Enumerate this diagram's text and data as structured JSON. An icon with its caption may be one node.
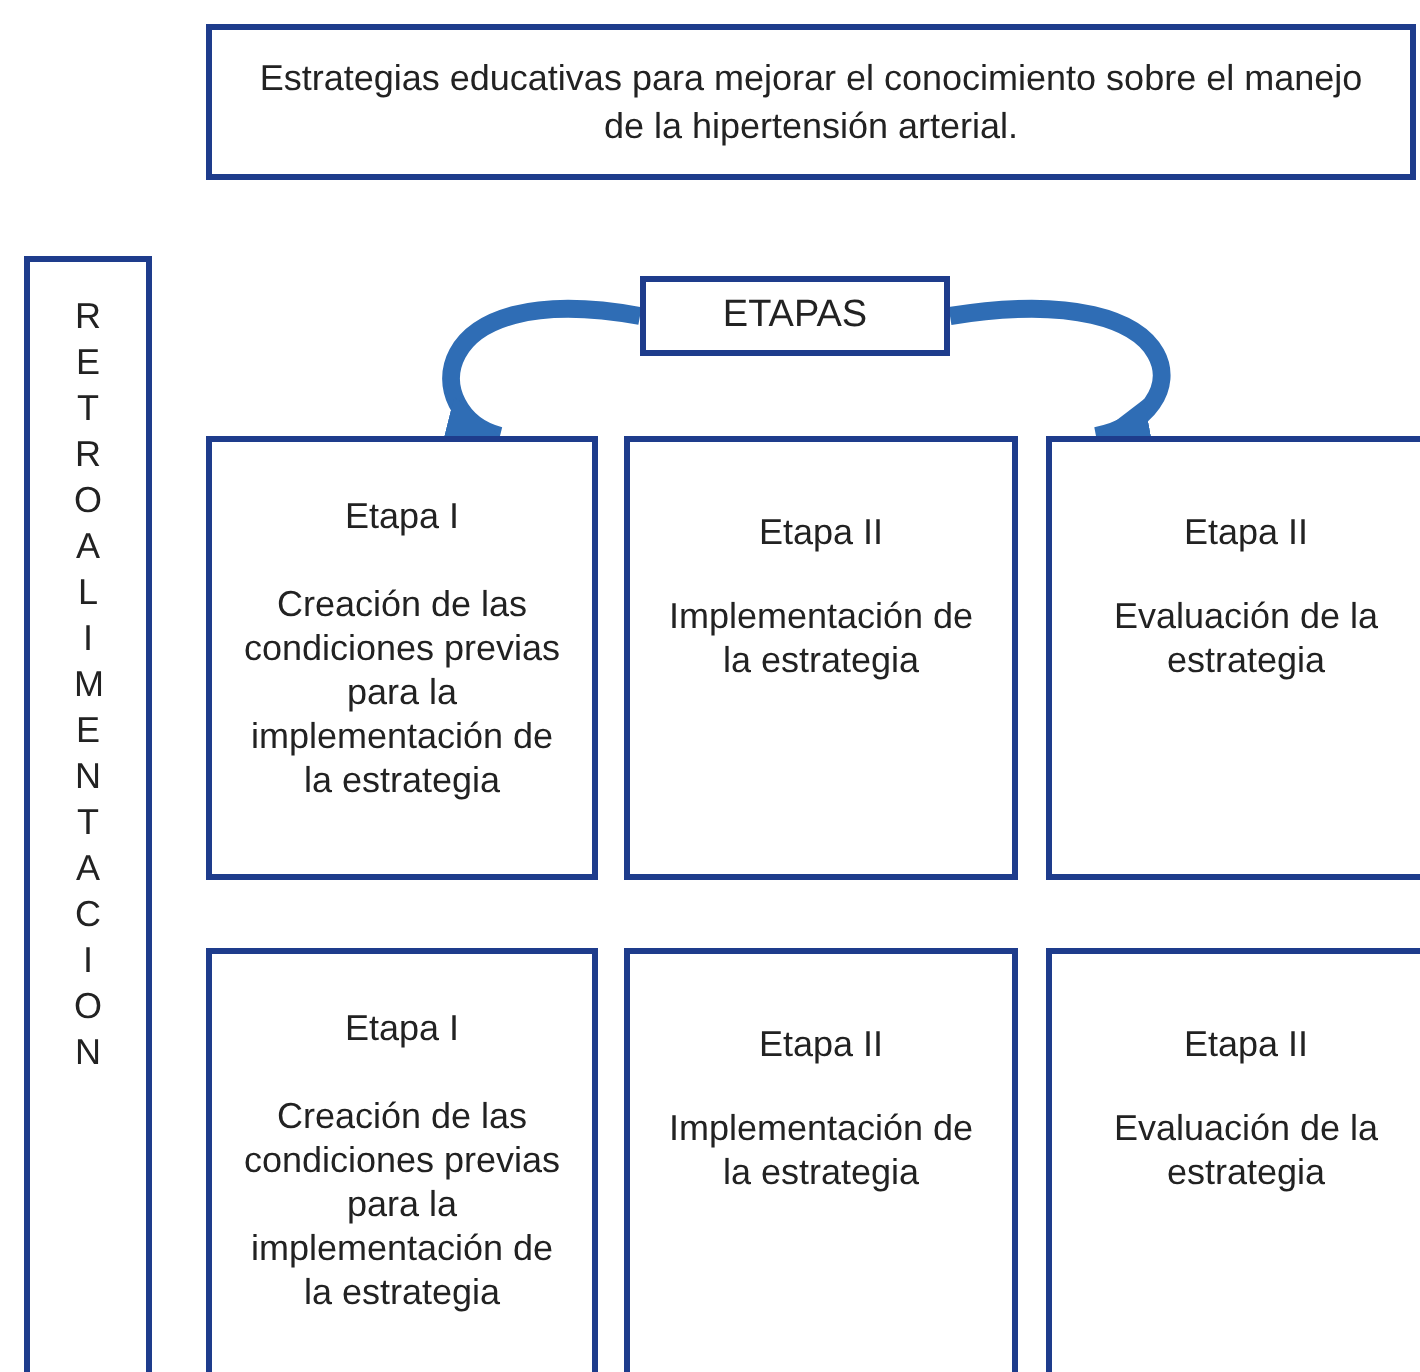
{
  "diagram": {
    "nodes": [
      {
        "text": [
          "Estrategias educativas para mejorar el conocimiento sobre el manejo de la hipertensión arterial."
        ]
      },
      {
        "text": [
          "RETROALIMENTACION"
        ]
      },
      {
        "text": [
          "ETAPAS"
        ]
      },
      {
        "text": [
          "Etapa I",
          "Creación de las condiciones previas para la implementación de la estrategia"
        ]
      },
      {
        "text": [
          "Etapa II",
          "Implementación de la estrategia"
        ]
      },
      {
        "text": [
          "Etapa II",
          "Evaluación de la estrategia"
        ]
      },
      {
        "text": [
          "Etapa I",
          "Creación de las condiciones previas para la implementación de la estrategia"
        ]
      },
      {
        "text": [
          "Etapa II",
          "Implementación de la estrategia"
        ]
      },
      {
        "text": [
          "Etapa II",
          "Evaluación de la estrategia"
        ]
      }
    ],
    "edges": [
      {
        "from": 2,
        "to": 3,
        "arrow": "to"
      },
      {
        "from": 2,
        "to": 5,
        "arrow": "to"
      }
    ]
  }
}
